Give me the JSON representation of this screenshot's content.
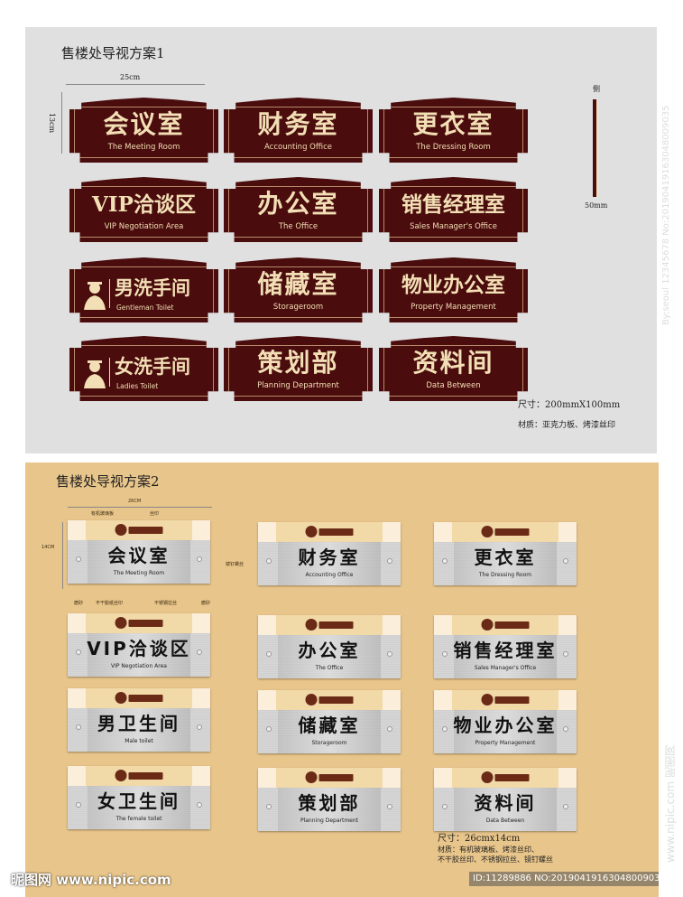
{
  "plan1": {
    "title": "售楼处导视方案1",
    "width_label": "25cm",
    "height_label": "13cm",
    "side_label": "侧",
    "side_width": "50mm",
    "size": "尺寸：200mmX100mm",
    "material": "材质：亚克力板、烤漆丝印",
    "colors": {
      "sign": "#4a0c0c",
      "text": "#f3dfb6",
      "background": "#e0e0e0"
    },
    "signs": [
      {
        "cn": "会议室",
        "en": "The Meeting Room"
      },
      {
        "cn": "财务室",
        "en": "Accounting Office"
      },
      {
        "cn": "更衣室",
        "en": "The Dressing Room"
      },
      {
        "cn": "VIP洽谈区",
        "en": "VIP Negotiation Area"
      },
      {
        "cn": "办公室",
        "en": "The Office"
      },
      {
        "cn": "销售经理室",
        "en": "Sales Manager's Office"
      },
      {
        "cn": "男洗手间",
        "en": "Gentleman Toilet",
        "icon": "man-figure-icon"
      },
      {
        "cn": "储藏室",
        "en": "Storageroom"
      },
      {
        "cn": "物业办公室",
        "en": "Property Management"
      },
      {
        "cn": "女洗手间",
        "en": "Ladies Toilet",
        "icon": "woman-figure-icon"
      },
      {
        "cn": "策划部",
        "en": "Planning Department"
      },
      {
        "cn": "资料间",
        "en": "Data Between"
      }
    ]
  },
  "plan2": {
    "title": "售楼处导视方案2",
    "width_label": "26CM",
    "height_label": "14CM",
    "annotations": {
      "acrylic": "有机玻璃板",
      "print": "丝印",
      "screw": "镜钉螺丝",
      "frosted_left": "磨砂",
      "sticker": "不干胶纸丝印",
      "steel": "不锈钢拉丝",
      "frosted_right": "磨砂"
    },
    "size": "尺寸：26cmx14cm",
    "material_line1": "材质：有机玻璃板、烤漆丝印、",
    "material_line2": "不干胶丝印、不锈钢拉丝、镜钉螺丝",
    "colors": {
      "background": "#e8c58a",
      "band": "#f1d9a8",
      "logo": "#6b2a16"
    },
    "signs": [
      {
        "cn": "会议室",
        "en": "The Meeting Room"
      },
      {
        "cn": "财务室",
        "en": "Accounting Office"
      },
      {
        "cn": "更衣室",
        "en": "The Dressing Room"
      },
      {
        "cn": "VIP洽谈区",
        "en": "VIP Negotiation Area"
      },
      {
        "cn": "办公室",
        "en": "The Office"
      },
      {
        "cn": "销售经理室",
        "en": "Sales Manager's Office"
      },
      {
        "cn": "男卫生间",
        "en": "Male toilet"
      },
      {
        "cn": "储藏室",
        "en": "Storageroom"
      },
      {
        "cn": "物业办公室",
        "en": "Property Management"
      },
      {
        "cn": "女卫生间",
        "en": "The female toilet"
      },
      {
        "cn": "策划部",
        "en": "Planning Department"
      },
      {
        "cn": "资料间",
        "en": "Data Between"
      }
    ]
  },
  "watermark": {
    "site": "昵图网 www.nipic.com",
    "id": "ID:11289886 NO:20190419163048009035",
    "vertical": "By:seoul 12345678 No:20190419163048009035",
    "vertical2": "www.nipic.com 昵图网"
  }
}
